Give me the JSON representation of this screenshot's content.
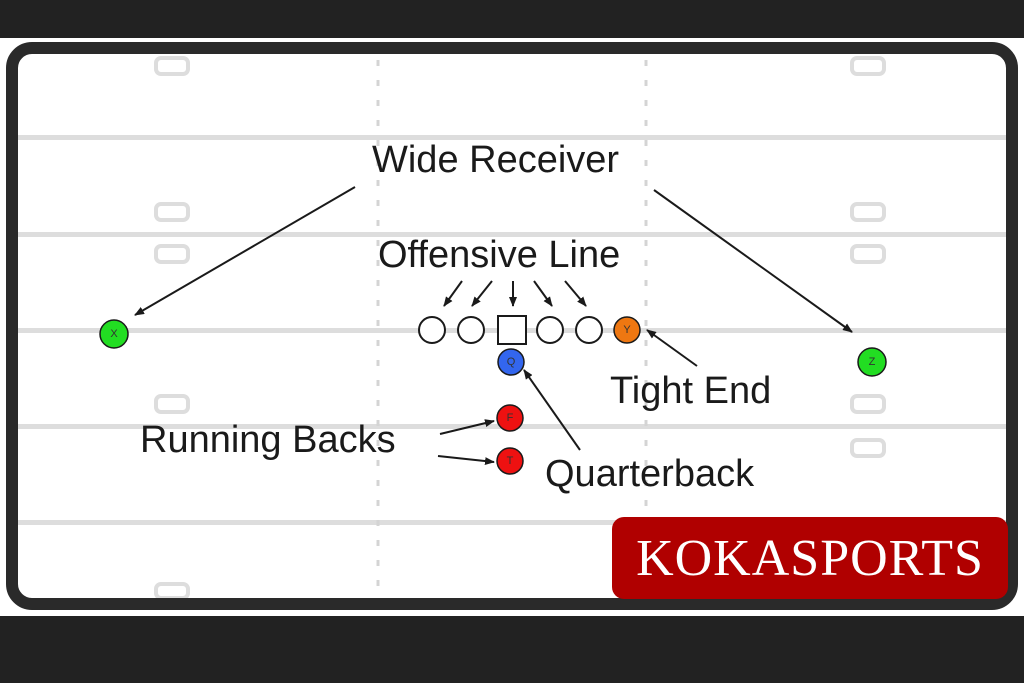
{
  "labels": {
    "wide_receiver": "Wide Receiver",
    "offensive_line": "Offensive Line",
    "tight_end": "Tight End",
    "running_backs": "Running Backs",
    "quarterback": "Quarterback"
  },
  "players": {
    "x": "X",
    "z": "Z",
    "y": "Y",
    "q": "Q",
    "f": "F",
    "t": "T"
  },
  "brand": {
    "logo_text": "KOKASPORTS"
  },
  "colors": {
    "receiver": "#22dd22",
    "tight_end": "#ee7711",
    "quarterback": "#3366ee",
    "running_back": "#ee1111",
    "brand": "#b00000",
    "yard_line": "#dddddd"
  }
}
